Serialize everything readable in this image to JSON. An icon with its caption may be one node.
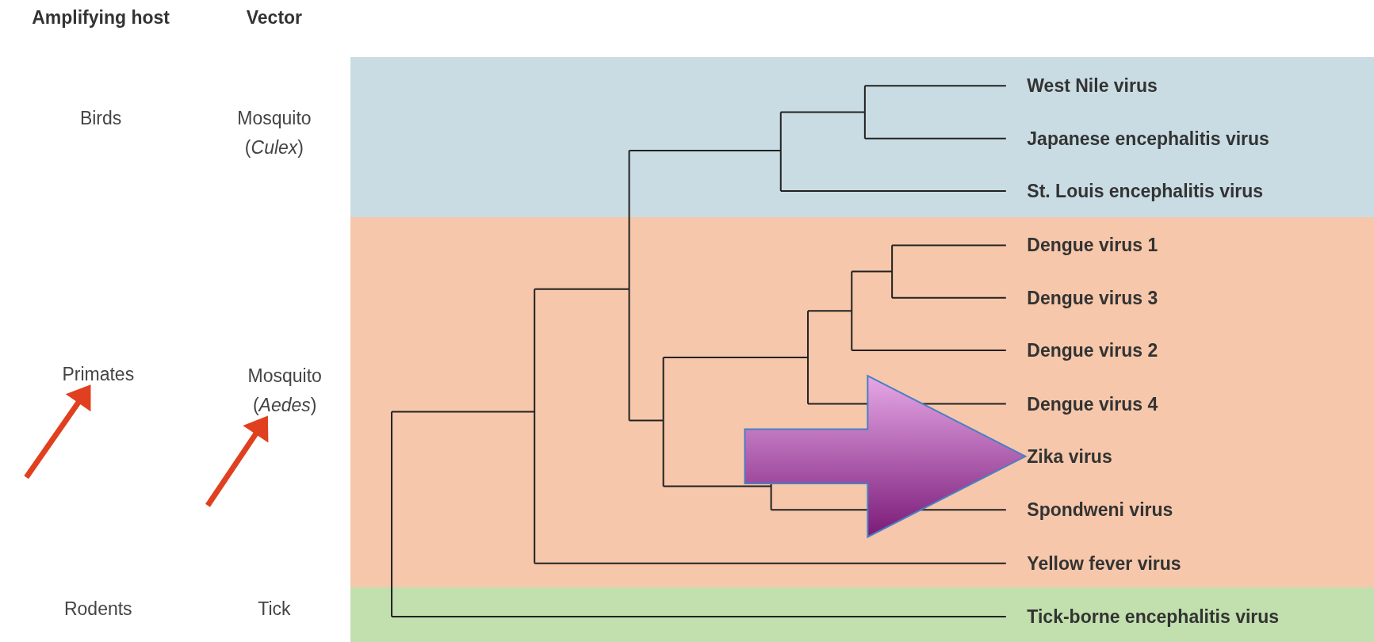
{
  "diagram": {
    "nodes": [
      {
        "text": [],
        "shape": "box"
      },
      {
        "text": [
          "West Nile virus"
        ],
        "in": 0
      },
      {
        "text": [
          "Japanese encephalitis virus"
        ],
        "in": 0
      },
      {
        "text": [
          "St. Louis encephalitis virus"
        ],
        "in": 0
      },
      {
        "text": [],
        "shape": "box"
      },
      {
        "text": [
          "Dengue virus 1"
        ],
        "in": 4
      },
      {
        "text": [
          "Dengue virus 3"
        ],
        "in": 4
      },
      {
        "text": [
          "Dengue virus 2"
        ],
        "in": 4
      },
      {
        "text": [
          "Dengue virus 4"
        ],
        "in": 4
      },
      {
        "text": [
          "Zika virus"
        ],
        "in": 4
      },
      {
        "text": [
          "Spondweni virus"
        ],
        "in": 4
      },
      {
        "text": [
          "Yellow fever virus"
        ],
        "in": 4
      },
      {
        "text": [],
        "shape": "box"
      },
      {
        "text": [
          "Tick-borne encephalitis virus"
        ],
        "in": 12
      },
      {
        "text": [
          "Primates"
        ]
      },
      {
        "text": [
          "Mosquito (*Aedes*)"
        ]
      }
    ],
    "edges": [
      {
        "from": null,
        "to": 14,
        "arrow": "to",
        "color": "#e0401f"
      },
      {
        "from": null,
        "to": 15,
        "arrow": "to",
        "color": "#e0401f"
      },
      {
        "from": null,
        "to": 9,
        "arrow": "to",
        "color": "#a65cb0"
      }
    ],
    "labels": [
      "Amplifying host",
      "Vector",
      "Birds",
      "Mosquito (*Culex*)",
      "Rodents",
      "Tick"
    ]
  }
}
